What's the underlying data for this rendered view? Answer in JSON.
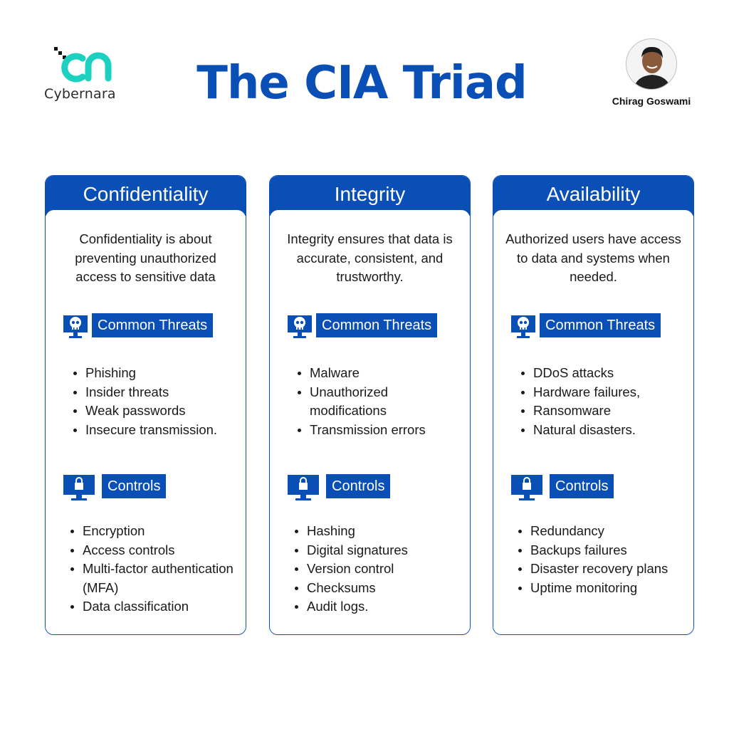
{
  "brand": {
    "name": "Cybernara",
    "accent": "#1dd1c1"
  },
  "title": "The CIA Triad",
  "author": {
    "name": "Chirag Goswami"
  },
  "colors": {
    "primary": "#0a4fb5"
  },
  "cards": [
    {
      "title": "Confidentiality",
      "description": "Confidentiality is about preventing unauthorized access to sensitive data",
      "threats_label": "Common Threats",
      "threats": [
        "Phishing",
        "Insider threats",
        "Weak passwords",
        "Insecure transmission."
      ],
      "controls_label": "Controls",
      "controls": [
        "Encryption",
        "Access controls",
        "Multi-factor authentication (MFA)",
        "Data classification"
      ]
    },
    {
      "title": "Integrity",
      "description": "Integrity ensures that data is accurate, consistent, and trustworthy.",
      "threats_label": "Common Threats",
      "threats": [
        "Malware",
        "Unauthorized modifications",
        "Transmission errors"
      ],
      "controls_label": "Controls",
      "controls": [
        "Hashing",
        "Digital signatures",
        "Version control",
        "Checksums",
        "Audit logs."
      ]
    },
    {
      "title": "Availability",
      "description": "Authorized users have access to data and systems when needed.",
      "threats_label": "Common Threats",
      "threats": [
        "DDoS attacks",
        "Hardware failures,",
        "Ransomware",
        "Natural disasters."
      ],
      "controls_label": "Controls",
      "controls": [
        "Redundancy",
        "Backups failures",
        "Disaster recovery plans",
        "Uptime monitoring"
      ]
    }
  ],
  "icons": {
    "threat": "skull-monitor-icon",
    "control": "lock-monitor-icon"
  }
}
